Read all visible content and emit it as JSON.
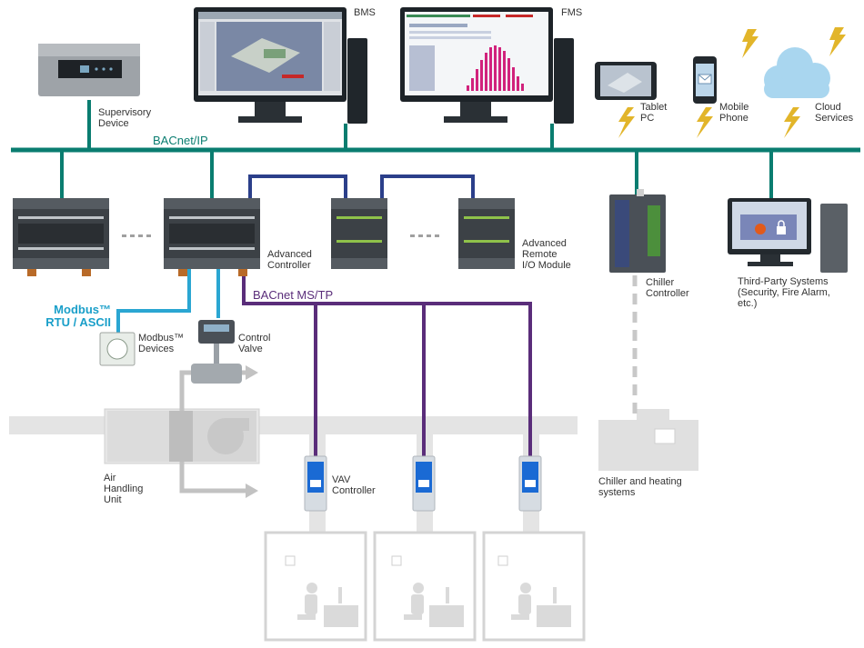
{
  "networks": {
    "bacnet_ip": "BACnet/IP",
    "bacnet_mstp": "BACnet MS/TP",
    "modbus": [
      "Modbus™",
      "RTU / ASCII"
    ]
  },
  "devices": {
    "bms": "BMS",
    "fms": "FMS",
    "tablet": [
      "Tablet",
      "PC"
    ],
    "mobile": [
      "Mobile",
      "Phone"
    ],
    "cloud": [
      "Cloud",
      "Services"
    ],
    "supervisory": [
      "Supervisory",
      "Device"
    ],
    "advanced_controller": [
      "Advanced",
      "Controller"
    ],
    "remote_io": [
      "Advanced",
      "Remote",
      "I/O Module"
    ],
    "chiller_controller": [
      "Chiller",
      "Controller"
    ],
    "third_party": [
      "Third-Party Systems",
      "(Security, Fire Alarm,",
      "etc.)"
    ],
    "modbus_devices": [
      "Modbus™",
      "Devices"
    ],
    "control_valve": [
      "Control",
      "Valve"
    ],
    "ahu": [
      "Air",
      "Handling",
      "Unit"
    ],
    "vav": [
      "VAV",
      "Controller"
    ],
    "chiller_systems": [
      "Chiller and heating",
      "systems"
    ]
  },
  "colors": {
    "bacnet_ip": "#0a7d70",
    "controller_link": "#2b3f8a",
    "modbus": "#2aa6d2",
    "mstp": "#5a2d7a",
    "duct": "#e2e2e2",
    "lightning": "#e2b52a"
  },
  "icons": [
    "lightning-icon",
    "cloud-icon",
    "envelope-icon",
    "flame-icon",
    "lock-icon",
    "fan-icon",
    "person-icon"
  ]
}
